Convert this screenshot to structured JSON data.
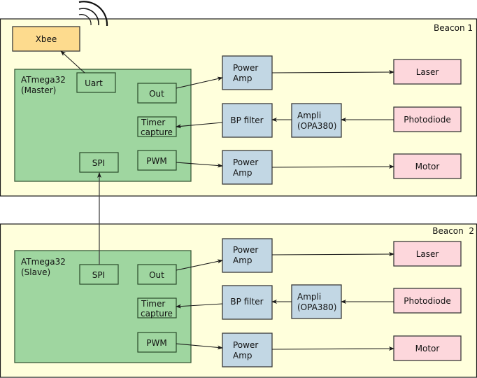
{
  "colors": {
    "beacon_bg": "#ffffdc",
    "mcu": "#9fd6a0",
    "processing": "#c2d7e4",
    "device": "#fdd7dc",
    "xbee": "#fddb8e"
  },
  "xbee": {
    "label": "Xbee",
    "icon": "wireless-signal-icon"
  },
  "beacons": [
    {
      "title": "Beacon 1",
      "mcu": {
        "line1": "ATmega32",
        "line2": "(Master)"
      },
      "ports": {
        "uart": "Uart",
        "out": "Out",
        "timer_line1": "Timer",
        "timer_line2": "capture",
        "pwm": "PWM",
        "spi": "SPI"
      },
      "power_amp_top": {
        "line1": "Power",
        "line2": "Amp"
      },
      "bp_filter": "BP filter",
      "ampli": {
        "line1": "Ampli",
        "line2": "(OPA380)"
      },
      "power_amp_bottom": {
        "line1": "Power",
        "line2": "Amp"
      },
      "laser": "Laser",
      "photodiode": "Photodiode",
      "motor": "Motor"
    },
    {
      "title": "Beacon  2",
      "mcu": {
        "line1": "ATmega32",
        "line2": "(Slave)"
      },
      "ports": {
        "spi": "SPI",
        "out": "Out",
        "timer_line1": "Timer",
        "timer_line2": "capture",
        "pwm": "PWM"
      },
      "power_amp_top": {
        "line1": "Power",
        "line2": "Amp"
      },
      "bp_filter": "BP filter",
      "ampli": {
        "line1": "Ampli",
        "line2": "(OPA380)"
      },
      "power_amp_bottom": {
        "line1": "Power",
        "line2": "Amp"
      },
      "laser": "Laser",
      "photodiode": "Photodiode",
      "motor": "Motor"
    }
  ]
}
